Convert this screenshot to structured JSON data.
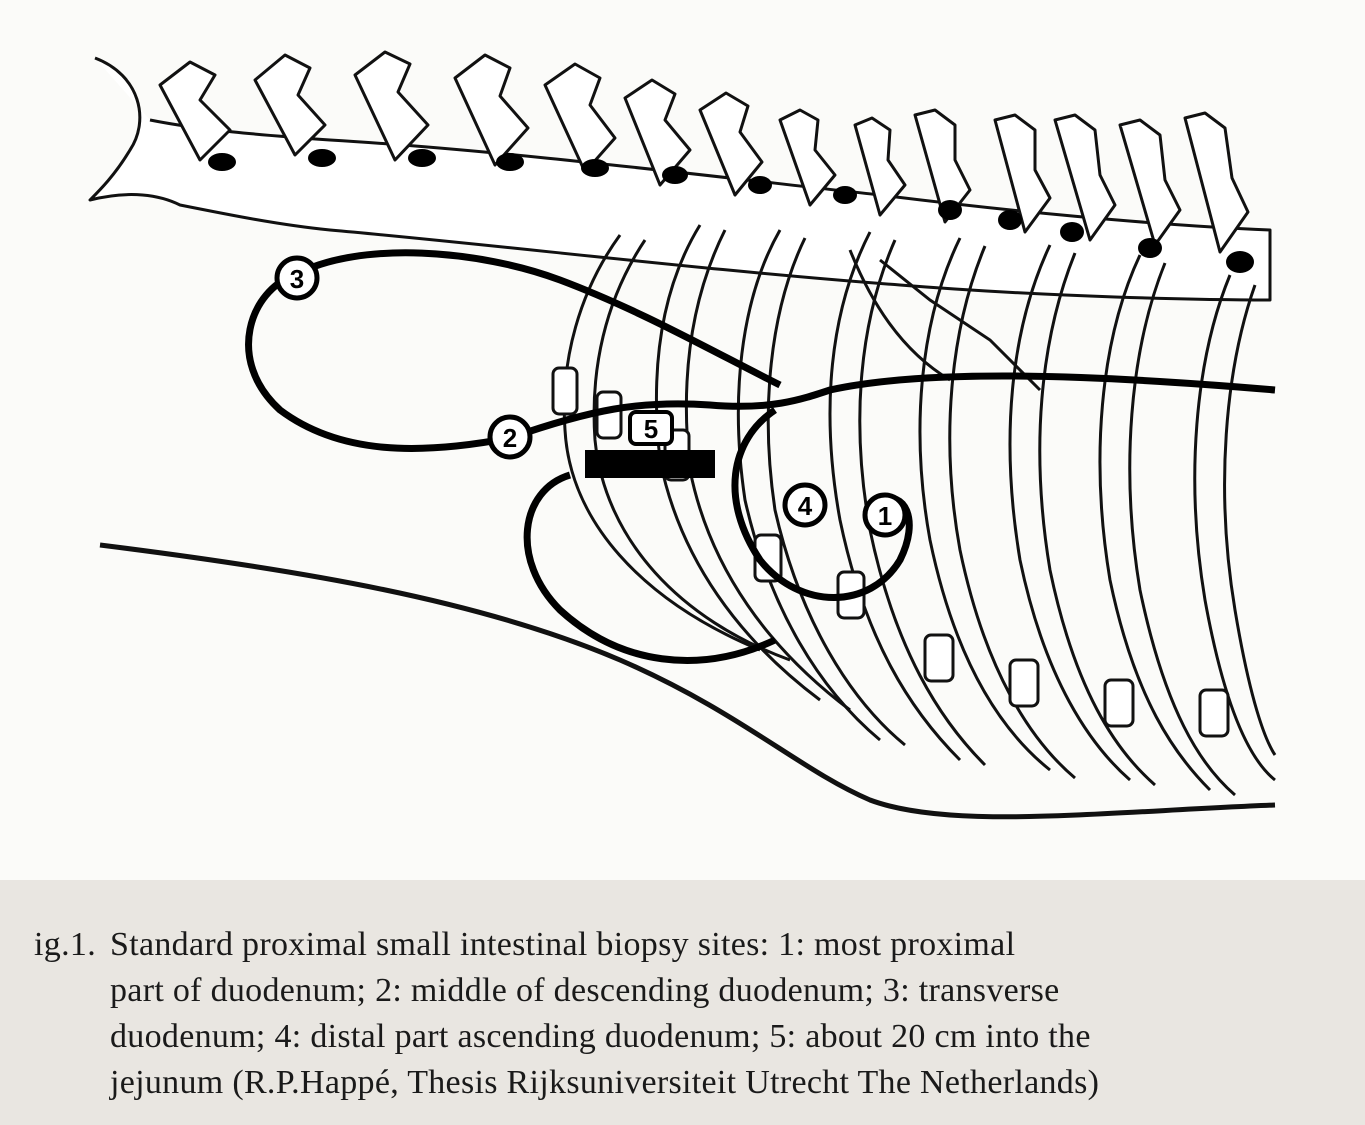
{
  "figure": {
    "markers": [
      "1",
      "2",
      "3",
      "4",
      "5"
    ]
  },
  "caption": {
    "label": "ig.1.",
    "lines": [
      "Standard proximal small intestinal biopsy sites: 1: most proximal",
      "part of duodenum; 2: middle of descending duodenum; 3: transverse",
      "duodenum; 4: distal part ascending duodenum; 5: about 20 cm into the",
      "jejunum (R.P.Happé, Thesis Rijksuniversiteit Utrecht The Netherlands)"
    ]
  }
}
